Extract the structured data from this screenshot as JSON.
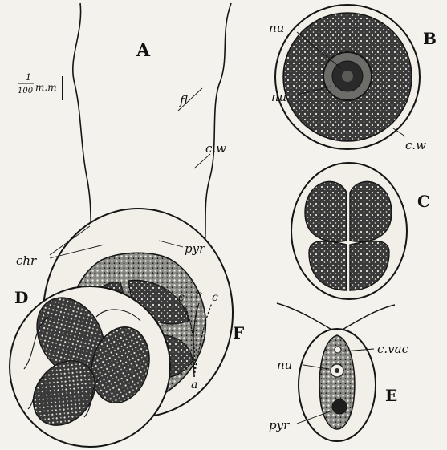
{
  "figure": {
    "panel_letters": [
      "A",
      "B",
      "C",
      "D",
      "E",
      "F"
    ],
    "scale_bar": {
      "numerator": "1",
      "denominator": "100",
      "unit": "m.m"
    }
  },
  "labels": {
    "A": {
      "flagellum": "fl",
      "cell_wall": "c.w",
      "chromatophore": "chr",
      "pyrenoid": "pyr"
    },
    "B": {
      "nucleus_1": "nu",
      "nucleus_2": "nu",
      "cell_wall": "c.w"
    },
    "E": {
      "contractile_vacuole": "c.vac",
      "nucleus": "nu",
      "pyrenoid": "pyr"
    },
    "F": {
      "left": "c",
      "middle": "c",
      "right": "c",
      "base": "a"
    }
  },
  "colors": {
    "ink": "#151515",
    "paper": "#f4f2ec",
    "wall_fill": "#f1efe8",
    "dark_fill": "#2a2a2a"
  }
}
